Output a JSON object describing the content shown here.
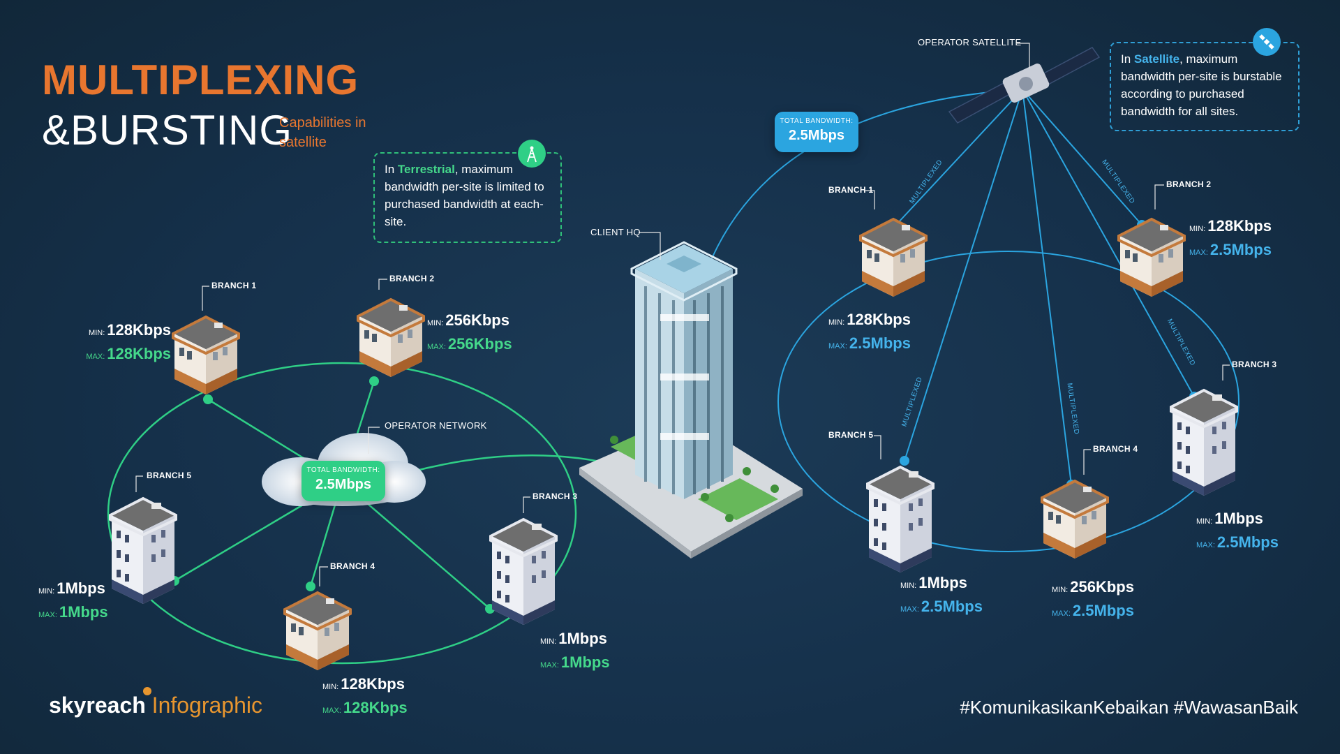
{
  "title": {
    "line1": "MULTIPLEXING",
    "line2": "&BURSTING",
    "subtitle": "Capabilities in satellite"
  },
  "colors": {
    "accent_orange": "#e8762f",
    "terrestrial_green": "#2fcf86",
    "satellite_blue": "#2ba5e0",
    "background": "#16314a"
  },
  "terrestrial": {
    "callout": {
      "prefix": "In ",
      "highlight": "Terrestrial",
      "text": ", maximum bandwidth per-site is limited to purchased bandwidth at each-site.",
      "icon": "cell-tower-icon"
    },
    "network_label": "OPERATOR NETWORK",
    "total_label": "TOTAL BANDWIDTH:",
    "total_value": "2.5Mbps",
    "branches": [
      {
        "tag": "BRANCH 1",
        "min_key": "MIN:",
        "min": "128Kbps",
        "max_key": "MAX:",
        "max": "128Kbps"
      },
      {
        "tag": "BRANCH 2",
        "min_key": "MIN:",
        "min": "256Kbps",
        "max_key": "MAX:",
        "max": "256Kbps"
      },
      {
        "tag": "BRANCH 3",
        "min_key": "MIN:",
        "min": "1Mbps",
        "max_key": "MAX:",
        "max": "1Mbps"
      },
      {
        "tag": "BRANCH 4",
        "min_key": "MIN:",
        "min": "128Kbps",
        "max_key": "MAX:",
        "max": "128Kbps"
      },
      {
        "tag": "BRANCH 5",
        "min_key": "MIN:",
        "min": "1Mbps",
        "max_key": "MAX:",
        "max": "1Mbps"
      }
    ]
  },
  "hq": {
    "label": "CLIENT HQ"
  },
  "satellite": {
    "operator_label": "OPERATOR SATELLITE",
    "callout": {
      "prefix": "In ",
      "highlight": "Satellite",
      "text": ", maximum bandwidth per-site is burstable according to purchased bandwidth for all sites.",
      "icon": "satellite-icon"
    },
    "total_label": "TOTAL BANDWIDTH:",
    "total_value": "2.5Mbps",
    "multiplexed_label": "MULTIPLEXED",
    "branches": [
      {
        "tag": "BRANCH 1",
        "min_key": "MIN:",
        "min": "128Kbps",
        "max_key": "MAX:",
        "max": "2.5Mbps"
      },
      {
        "tag": "BRANCH 2",
        "min_key": "MIN:",
        "min": "128Kbps",
        "max_key": "MAX:",
        "max": "2.5Mbps"
      },
      {
        "tag": "BRANCH 3",
        "min_key": "MIN:",
        "min": "1Mbps",
        "max_key": "MAX:",
        "max": "2.5Mbps"
      },
      {
        "tag": "BRANCH 4",
        "min_key": "MIN:",
        "min": "256Kbps",
        "max_key": "MAX:",
        "max": "2.5Mbps"
      },
      {
        "tag": "BRANCH 5",
        "min_key": "MIN:",
        "min": "1Mbps",
        "max_key": "MAX:",
        "max": "2.5Mbps"
      }
    ]
  },
  "footer": {
    "brand_main": "skyreach",
    "brand_sub": "Infographic",
    "hashtags": "#KomunikasikanKebaikan #WawasanBaik"
  }
}
